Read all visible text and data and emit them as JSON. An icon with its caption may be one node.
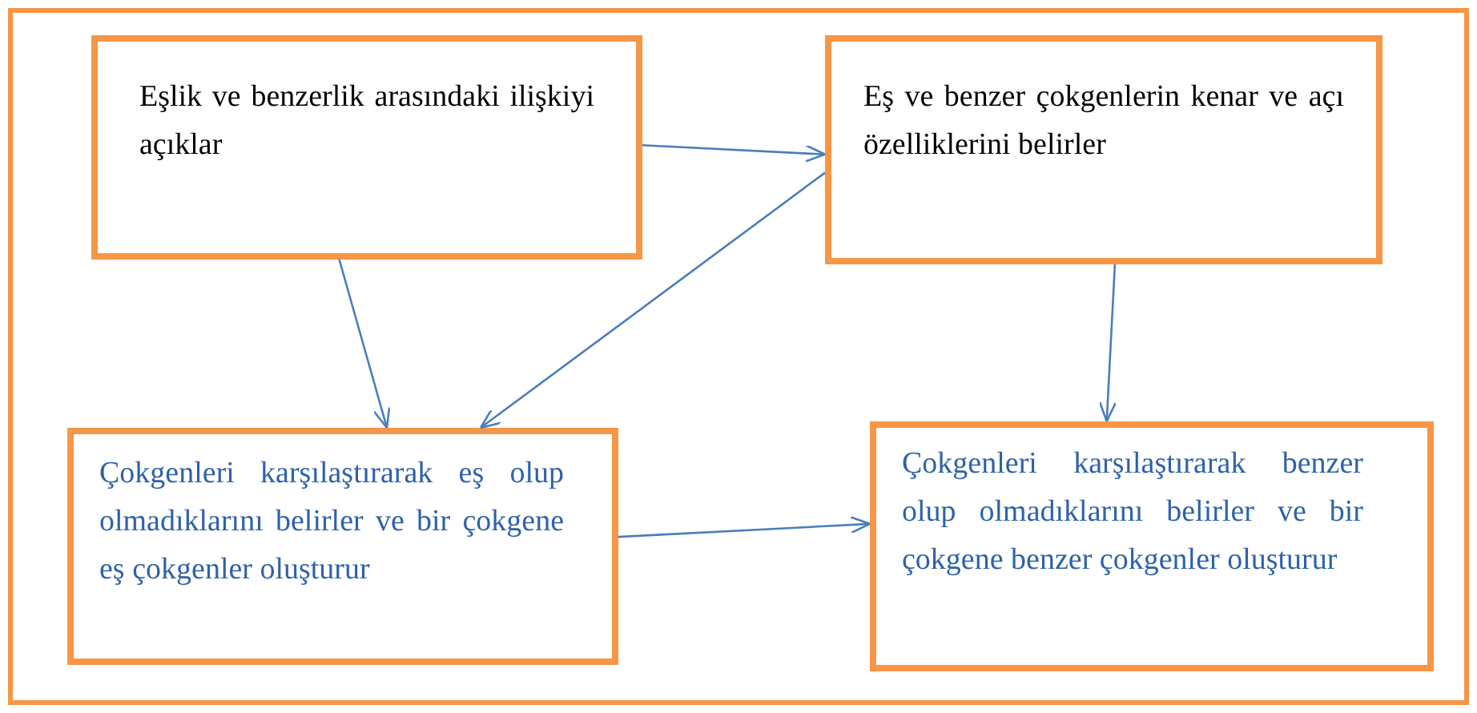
{
  "diagram": {
    "nodes": [
      {
        "text": [],
        "shape": "box"
      },
      {
        "text": [
          "Eşlik ve benzerlik arasındaki ilişkiyi açıklar"
        ],
        "in": 0
      },
      {
        "text": [
          "Eş ve benzer çokgenlerin kenar ve açı özelliklerini belirler"
        ],
        "in": 0
      },
      {
        "text": [
          "Çokgenleri karşılaştırarak eş olup olmadıklarını belirler ve bir çokgene eş çokgenler oluşturur"
        ],
        "in": 0
      },
      {
        "text": [
          "Çokgenleri karşılaştırarak benzer olup olmadıklarını belirler ve bir çokgene benzer çokgenler oluşturur"
        ],
        "in": 0
      }
    ],
    "edges": [
      {
        "from": 1,
        "to": 2,
        "arrow": "to"
      },
      {
        "from": 1,
        "to": 3,
        "arrow": "to"
      },
      {
        "from": 2,
        "to": 3,
        "arrow": "to"
      },
      {
        "from": 2,
        "to": 4,
        "arrow": "to"
      },
      {
        "from": 3,
        "to": 4,
        "arrow": "to"
      }
    ]
  }
}
